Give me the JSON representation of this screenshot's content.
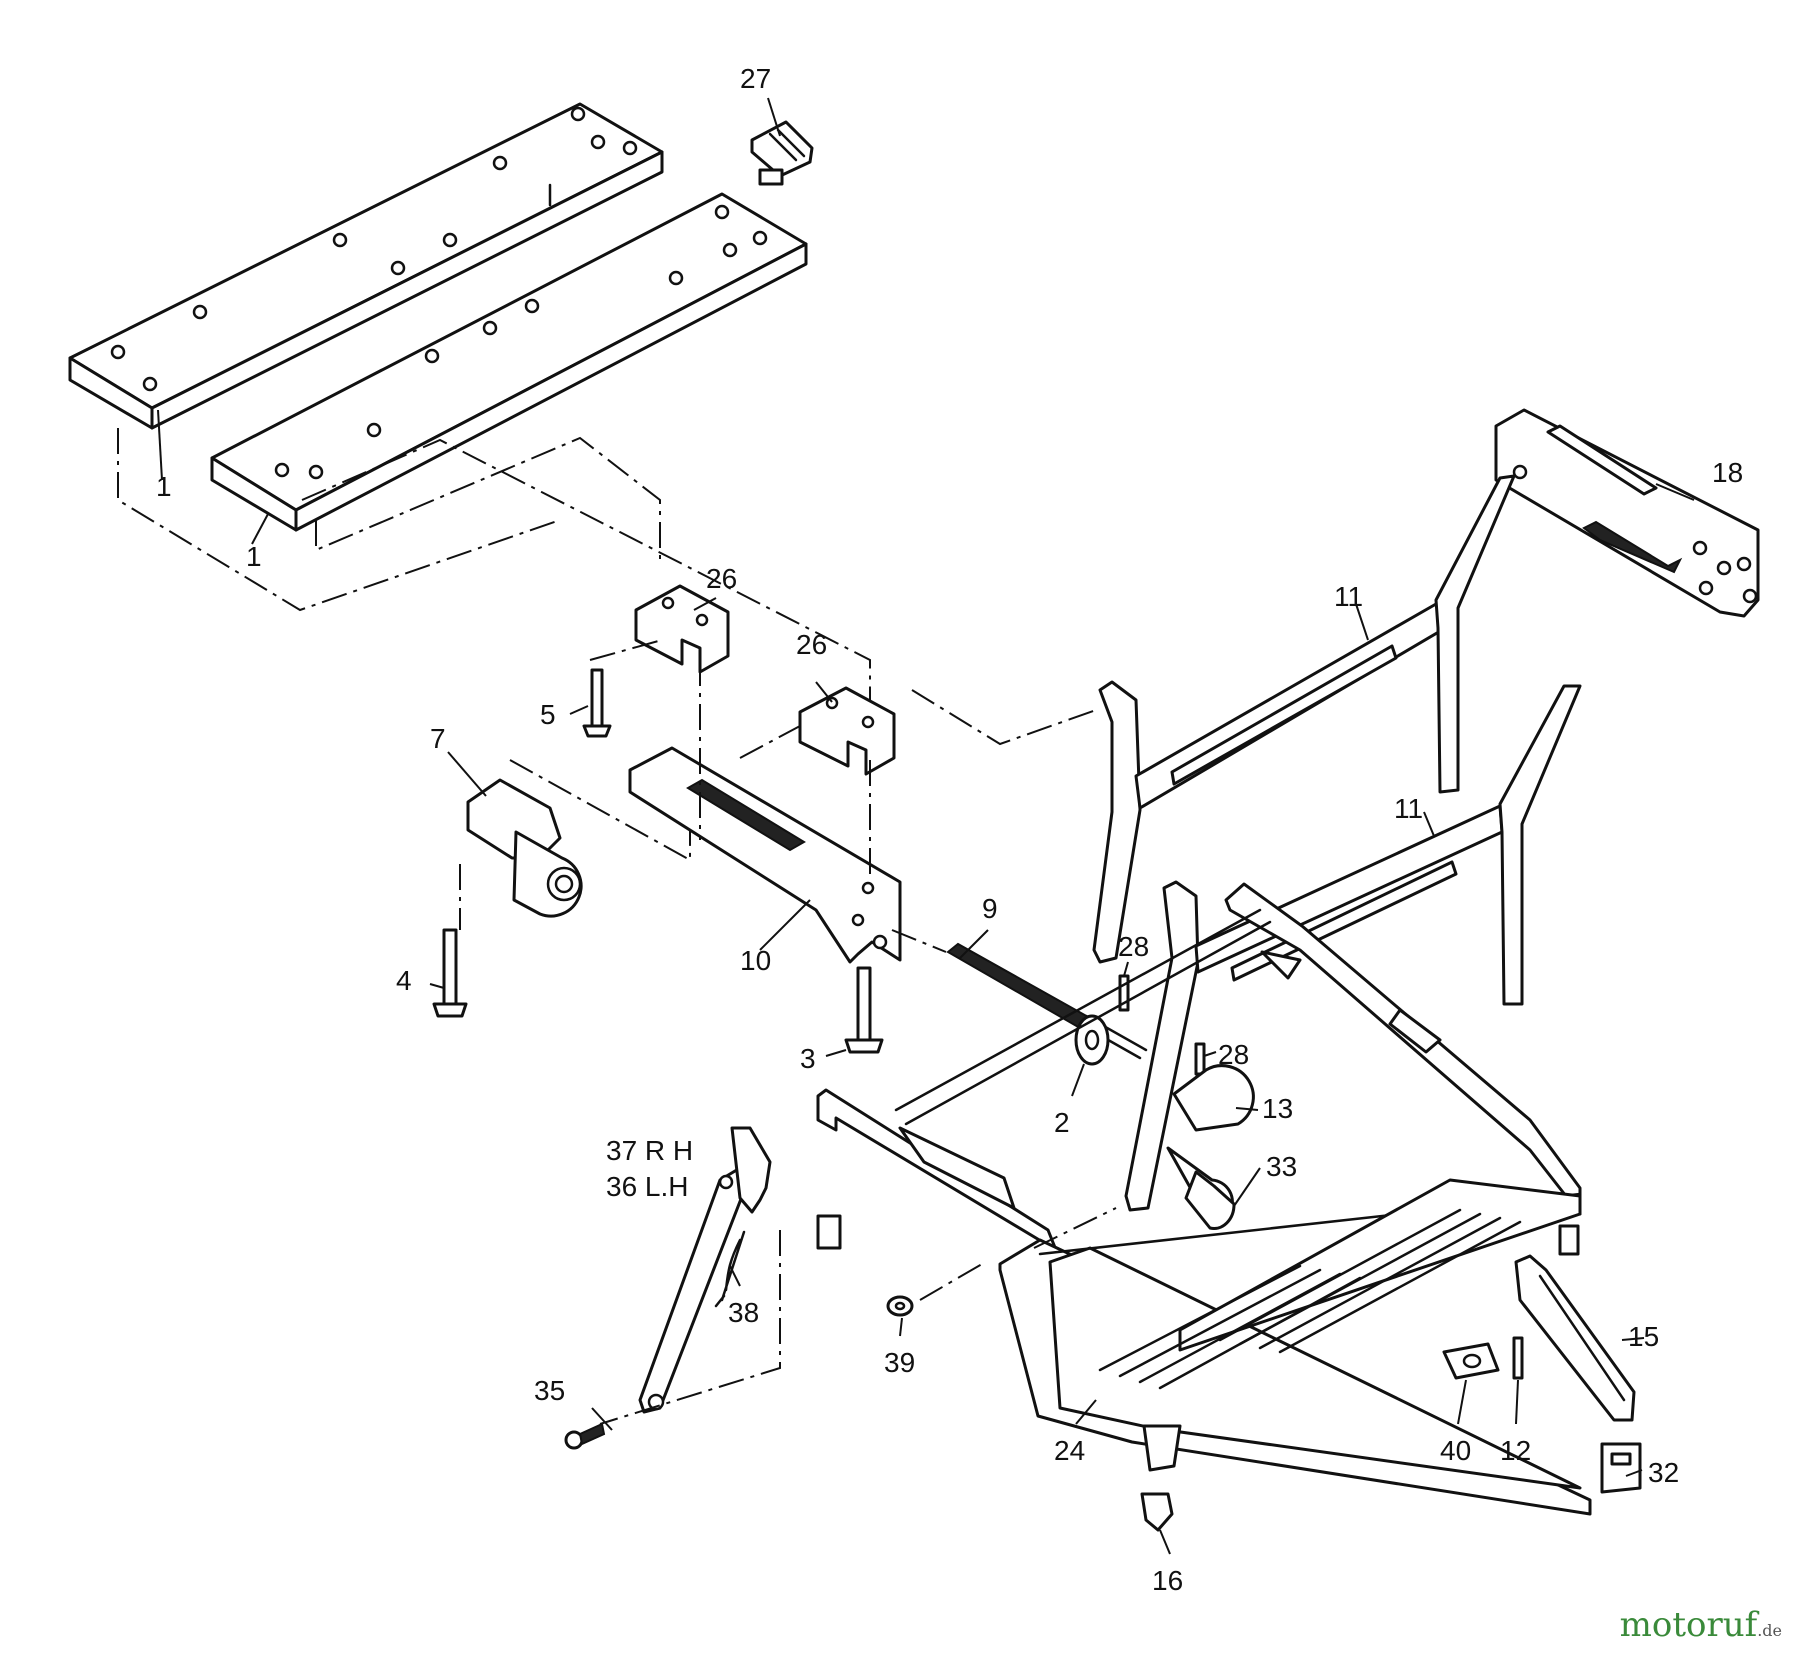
{
  "labels": {
    "p1a": "1",
    "p1b": "1",
    "p2": "2",
    "p3": "3",
    "p4": "4",
    "p5": "5",
    "p7": "7",
    "p9": "9",
    "p10": "10",
    "p11a": "11",
    "p11b": "11",
    "p12": "12",
    "p13": "13",
    "p15": "15",
    "p16": "16",
    "p18": "18",
    "p24": "24",
    "p26a": "26",
    "p26b": "26",
    "p27": "27",
    "p28a": "28",
    "p28b": "28",
    "p32": "32",
    "p33": "33",
    "p35": "35",
    "p36": "36 L.H",
    "p37": "37 R H",
    "p38": "38",
    "p39": "39",
    "p40": "40"
  },
  "watermark": {
    "brand": "motoruf",
    "tld": ".de"
  },
  "colors": {
    "line": "#111111",
    "background": "#ffffff",
    "watermark_green": "#3a8a3a",
    "watermark_orange": "#d46a1c"
  }
}
